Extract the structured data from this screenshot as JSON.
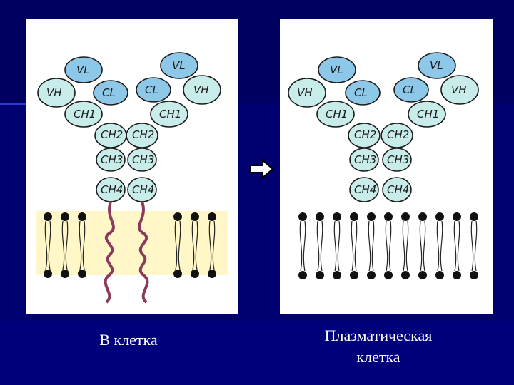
{
  "captions": {
    "b_cell": "В клетка",
    "plasma_cell_line1": "Плазматическая",
    "plasma_cell_line2": "клетка"
  },
  "domain_labels": {
    "vl": "VL",
    "vh": "VH",
    "cl": "CL",
    "ch1": "CH1",
    "ch2": "CH2",
    "ch3": "CH3",
    "ch4": "CH4"
  },
  "colors": {
    "background": "#000070",
    "heavy_chain": "#c8ecea",
    "light_chain": "#8ec8e8",
    "membrane_band": "#fff7c8",
    "lipid_head": "#111111",
    "tail_helix": "#8a3a5a"
  },
  "icons": {
    "transition_arrow": "right-arrow-icon"
  }
}
